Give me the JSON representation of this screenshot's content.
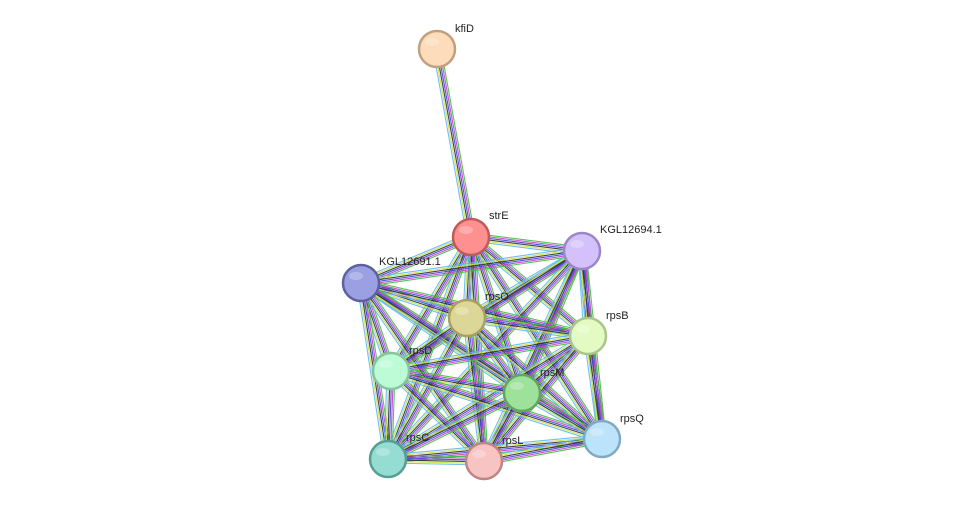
{
  "network": {
    "nodes": [
      {
        "id": "kfiD",
        "label": "kfiD",
        "fill": "#fddcbb",
        "stroke": "#c0a07e"
      },
      {
        "id": "strE",
        "label": "strE",
        "fill": "#fe9090",
        "stroke": "#c05a5a"
      },
      {
        "id": "KGL12694.1",
        "label": "KGL12694.1",
        "fill": "#d4c1fb",
        "stroke": "#9a86c9"
      },
      {
        "id": "KGL12691.1",
        "label": "KGL12691.1",
        "fill": "#9aa0e2",
        "stroke": "#5b629e"
      },
      {
        "id": "rpsO",
        "label": "rpsO",
        "fill": "#dcd796",
        "stroke": "#a6a163"
      },
      {
        "id": "rpsB",
        "label": "rpsB",
        "fill": "#e3fbc3",
        "stroke": "#a9c58a"
      },
      {
        "id": "rpsD",
        "label": "rpsD",
        "fill": "#bdfbd7",
        "stroke": "#84c49e"
      },
      {
        "id": "rpsM",
        "label": "rpsM",
        "fill": "#9ee19a",
        "stroke": "#62a55f"
      },
      {
        "id": "rpsQ",
        "label": "rpsQ",
        "fill": "#bde3fa",
        "stroke": "#82a9c2"
      },
      {
        "id": "rpsC",
        "label": "rpsC",
        "fill": "#95ddd2",
        "stroke": "#569e93"
      },
      {
        "id": "rpsL",
        "label": "rpsL",
        "fill": "#f8c3c3",
        "stroke": "#bf8585"
      }
    ],
    "edges": [
      [
        "kfiD",
        "strE"
      ],
      [
        "strE",
        "KGL12694.1"
      ],
      [
        "strE",
        "KGL12691.1"
      ],
      [
        "strE",
        "rpsO"
      ],
      [
        "strE",
        "rpsB"
      ],
      [
        "strE",
        "rpsD"
      ],
      [
        "strE",
        "rpsM"
      ],
      [
        "strE",
        "rpsQ"
      ],
      [
        "strE",
        "rpsC"
      ],
      [
        "strE",
        "rpsL"
      ],
      [
        "KGL12694.1",
        "KGL12691.1"
      ],
      [
        "KGL12694.1",
        "rpsO"
      ],
      [
        "KGL12694.1",
        "rpsB"
      ],
      [
        "KGL12694.1",
        "rpsD"
      ],
      [
        "KGL12694.1",
        "rpsM"
      ],
      [
        "KGL12694.1",
        "rpsQ"
      ],
      [
        "KGL12694.1",
        "rpsC"
      ],
      [
        "KGL12694.1",
        "rpsL"
      ],
      [
        "KGL12691.1",
        "rpsO"
      ],
      [
        "KGL12691.1",
        "rpsB"
      ],
      [
        "KGL12691.1",
        "rpsD"
      ],
      [
        "KGL12691.1",
        "rpsM"
      ],
      [
        "KGL12691.1",
        "rpsQ"
      ],
      [
        "KGL12691.1",
        "rpsC"
      ],
      [
        "KGL12691.1",
        "rpsL"
      ],
      [
        "rpsO",
        "rpsB"
      ],
      [
        "rpsO",
        "rpsD"
      ],
      [
        "rpsO",
        "rpsM"
      ],
      [
        "rpsO",
        "rpsQ"
      ],
      [
        "rpsO",
        "rpsC"
      ],
      [
        "rpsO",
        "rpsL"
      ],
      [
        "rpsB",
        "rpsD"
      ],
      [
        "rpsB",
        "rpsM"
      ],
      [
        "rpsB",
        "rpsQ"
      ],
      [
        "rpsB",
        "rpsC"
      ],
      [
        "rpsB",
        "rpsL"
      ],
      [
        "rpsD",
        "rpsM"
      ],
      [
        "rpsD",
        "rpsQ"
      ],
      [
        "rpsD",
        "rpsC"
      ],
      [
        "rpsD",
        "rpsL"
      ],
      [
        "rpsM",
        "rpsQ"
      ],
      [
        "rpsM",
        "rpsC"
      ],
      [
        "rpsM",
        "rpsL"
      ],
      [
        "rpsQ",
        "rpsC"
      ],
      [
        "rpsQ",
        "rpsL"
      ],
      [
        "rpsC",
        "rpsL"
      ]
    ],
    "edge_colors": [
      "#3fbf3f",
      "#c23fc2",
      "#3f3fe0",
      "#2e2e2e",
      "#c8e04a",
      "#5fb8f0"
    ]
  }
}
